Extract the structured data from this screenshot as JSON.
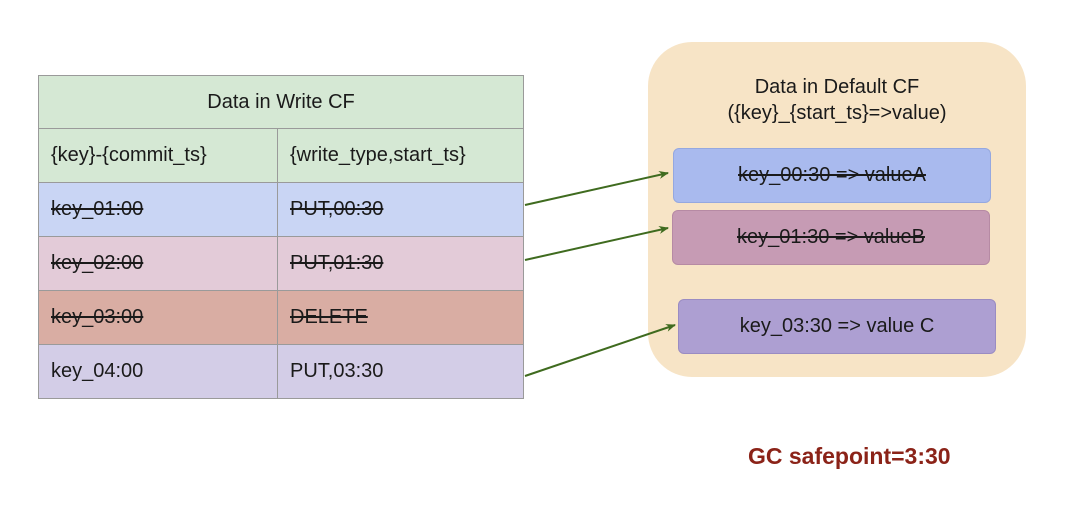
{
  "write_cf": {
    "title": "Data in Write CF",
    "headers": [
      "{key}-{commit_ts}",
      "{write_type,start_ts}"
    ],
    "rows": [
      {
        "key": "key_01:00",
        "value": "PUT,00:30",
        "color": "#c9d5f4",
        "struck": true
      },
      {
        "key": "key_02:00",
        "value": "PUT,01:30",
        "color": "#e3cbd8",
        "struck": true
      },
      {
        "key": "key_03:00",
        "value": "DELETE",
        "color": "#d9ada3",
        "struck": true
      },
      {
        "key": "key_04:00",
        "value": "PUT,03:30",
        "color": "#d3cde7",
        "struck": false
      }
    ]
  },
  "default_cf": {
    "title_line1": "Data in Default CF",
    "title_line2": "({key}_{start_ts}=>value)",
    "entries": [
      {
        "text": "key_00:30 => valueA",
        "color": "#a9baee",
        "struck": true
      },
      {
        "text": "key_01:30 => valueB",
        "color": "#c69bb4",
        "struck": true
      },
      {
        "text": "key_03:30 => value C",
        "color": "#ad9fd2",
        "struck": false
      }
    ]
  },
  "gc_label": "GC safepoint=3:30",
  "colors": {
    "header_green": "#d5e8d4",
    "container_bg": "#f7e4c6",
    "arrow": "#3f6b1f",
    "gc_text": "#8b2318"
  }
}
